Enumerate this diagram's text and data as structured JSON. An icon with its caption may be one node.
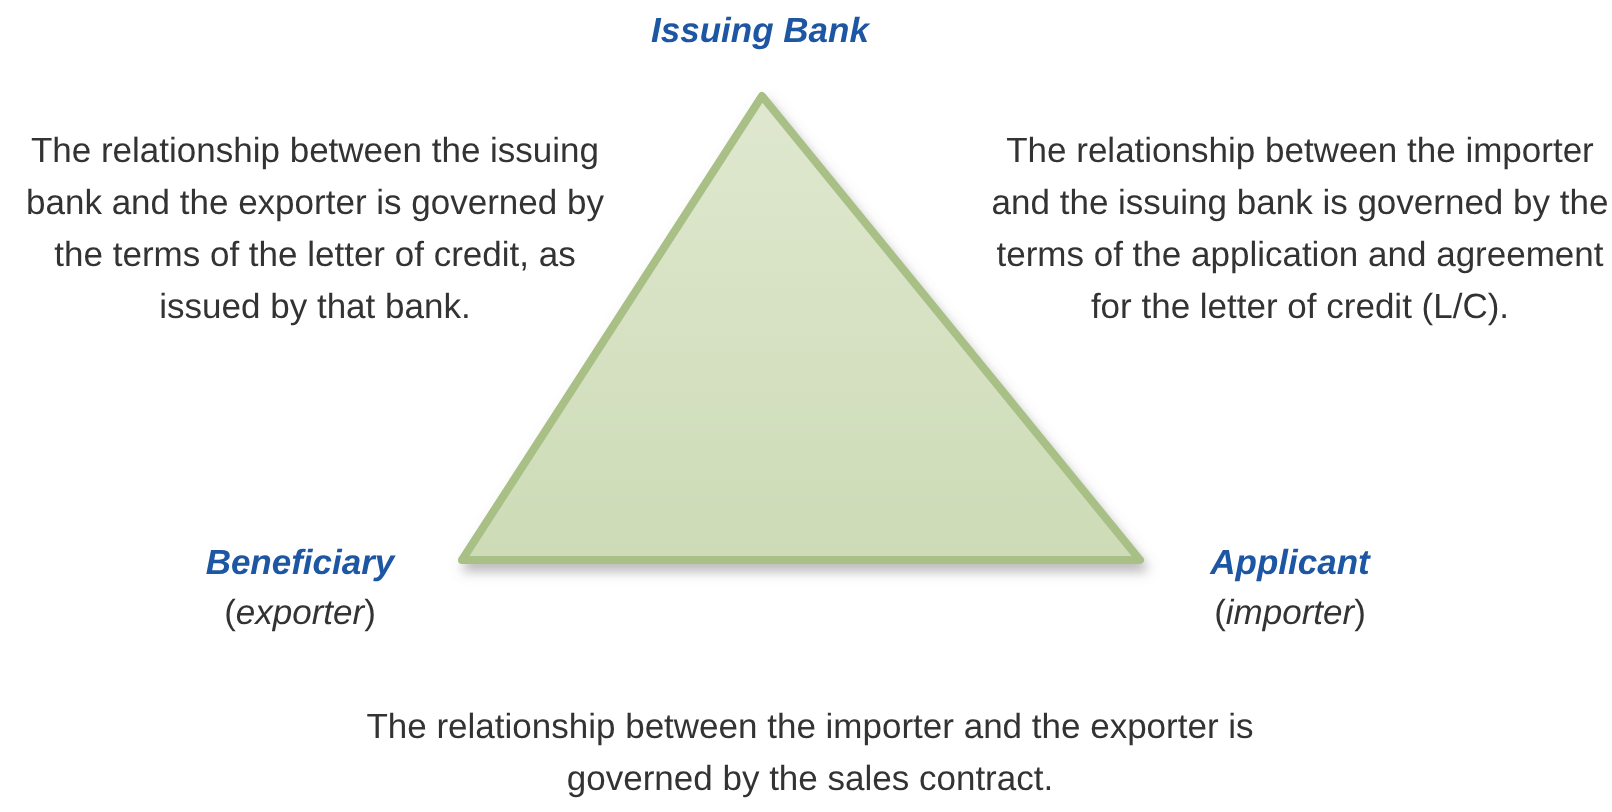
{
  "diagram": {
    "labels": [
      "Issuing Bank",
      "The relationship between the issuing bank and the exporter is governed by the terms of the letter of credit, as issued by that bank.",
      "The relationship between the importer and the issuing bank is governed by the terms of the application and agreement for the letter of credit (L/C).",
      "Beneficiary",
      "(*exporter*)",
      "Applicant",
      "(*importer*)",
      "The relationship between the importer and the exporter is governed by the sales contract."
    ]
  }
}
